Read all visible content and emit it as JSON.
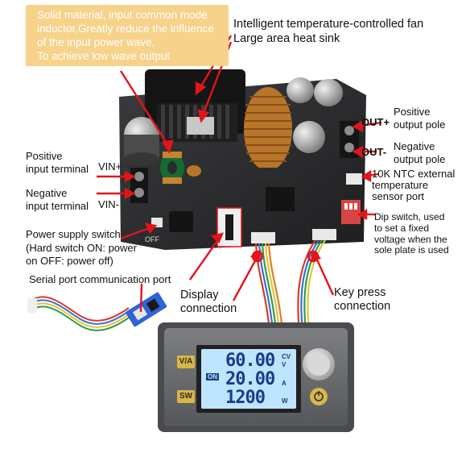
{
  "callout": {
    "lines": [
      "Solid material, input common mode",
      "inductor,Greatly reduce the influence",
      "of the input power wave,",
      "To achieve low wave output"
    ]
  },
  "top_right": {
    "line1": "Intelligent temperature-controlled fan",
    "line2": "Large area heat sink"
  },
  "output": {
    "pos_pole": "OUT+",
    "neg_pole": "OUT-",
    "pos_desc1": "Positive",
    "pos_desc2": "output pole",
    "neg_desc1": "Negative",
    "neg_desc2": "output pole"
  },
  "ntc": {
    "line1": "10K NTC external",
    "line2": "temperature",
    "line3": "sensor port"
  },
  "dip": {
    "line1": "Dip switch, used",
    "line2": "to set a fixed",
    "line3": "voltage when the",
    "line4": "sole plate is used"
  },
  "input": {
    "pos_desc1": "Positive",
    "pos_desc2": "input terminal",
    "pos_pole": "VIN+",
    "neg_desc1": "Negative",
    "neg_desc2": "input terminal",
    "neg_pole": "VIN-"
  },
  "power_switch": {
    "line1": "Power supply switch",
    "line2": "(Hard switch ON: power",
    "line3": "on OFF: power off)",
    "board_off": "OFF"
  },
  "serial_port": "Serial port communication port",
  "display_conn": {
    "line1": "Display",
    "line2": "connection"
  },
  "key_conn": {
    "line1": "Key press",
    "line2": "connection"
  },
  "display": {
    "row1_value": "60.00",
    "row1_mode": "CV",
    "row1_unit": "V",
    "row2_value": "20.00",
    "row2_unit": "A",
    "row3_value": "1200",
    "row3_unit": "W",
    "status": "ON",
    "btn_va": "V/A",
    "btn_sw": "SW"
  },
  "colors": {
    "arrow": "#e3141b",
    "callout_bg": "#f6d28a",
    "lcd_bg": "#bfe4ff",
    "lcd_digits": "#1b3c88",
    "board": "#2a2b2d",
    "panel": "#6b6d70"
  }
}
